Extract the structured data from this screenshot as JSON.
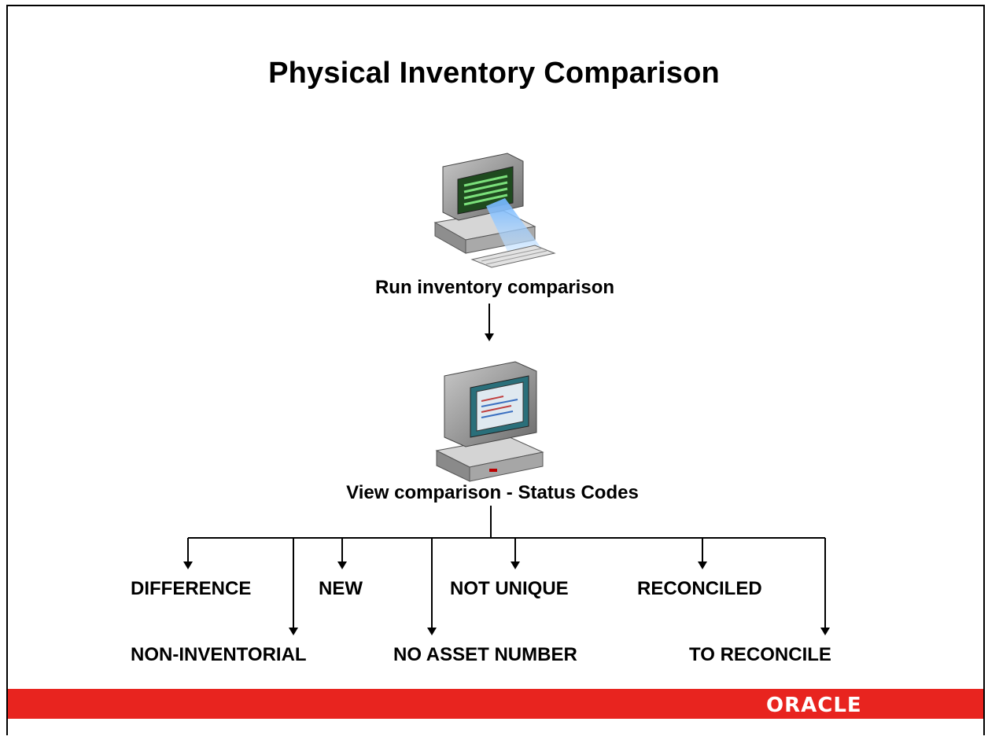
{
  "title": "Physical Inventory Comparison",
  "steps": {
    "run": "Run inventory comparison",
    "view": "View comparison - Status Codes"
  },
  "status_codes": {
    "difference": "DIFFERENCE",
    "new": "NEW",
    "not_unique": "NOT UNIQUE",
    "reconciled": "RECONCILED",
    "non_inventorial": "NON-INVENTORIAL",
    "no_asset_number": "NO ASSET NUMBER",
    "to_reconcile": "TO RECONCILE"
  },
  "footer": {
    "logo": "ORACLE",
    "bar_color": "#e8241f"
  },
  "icons": [
    "computer-with-keyboard-icon",
    "computer-with-report-icon"
  ]
}
